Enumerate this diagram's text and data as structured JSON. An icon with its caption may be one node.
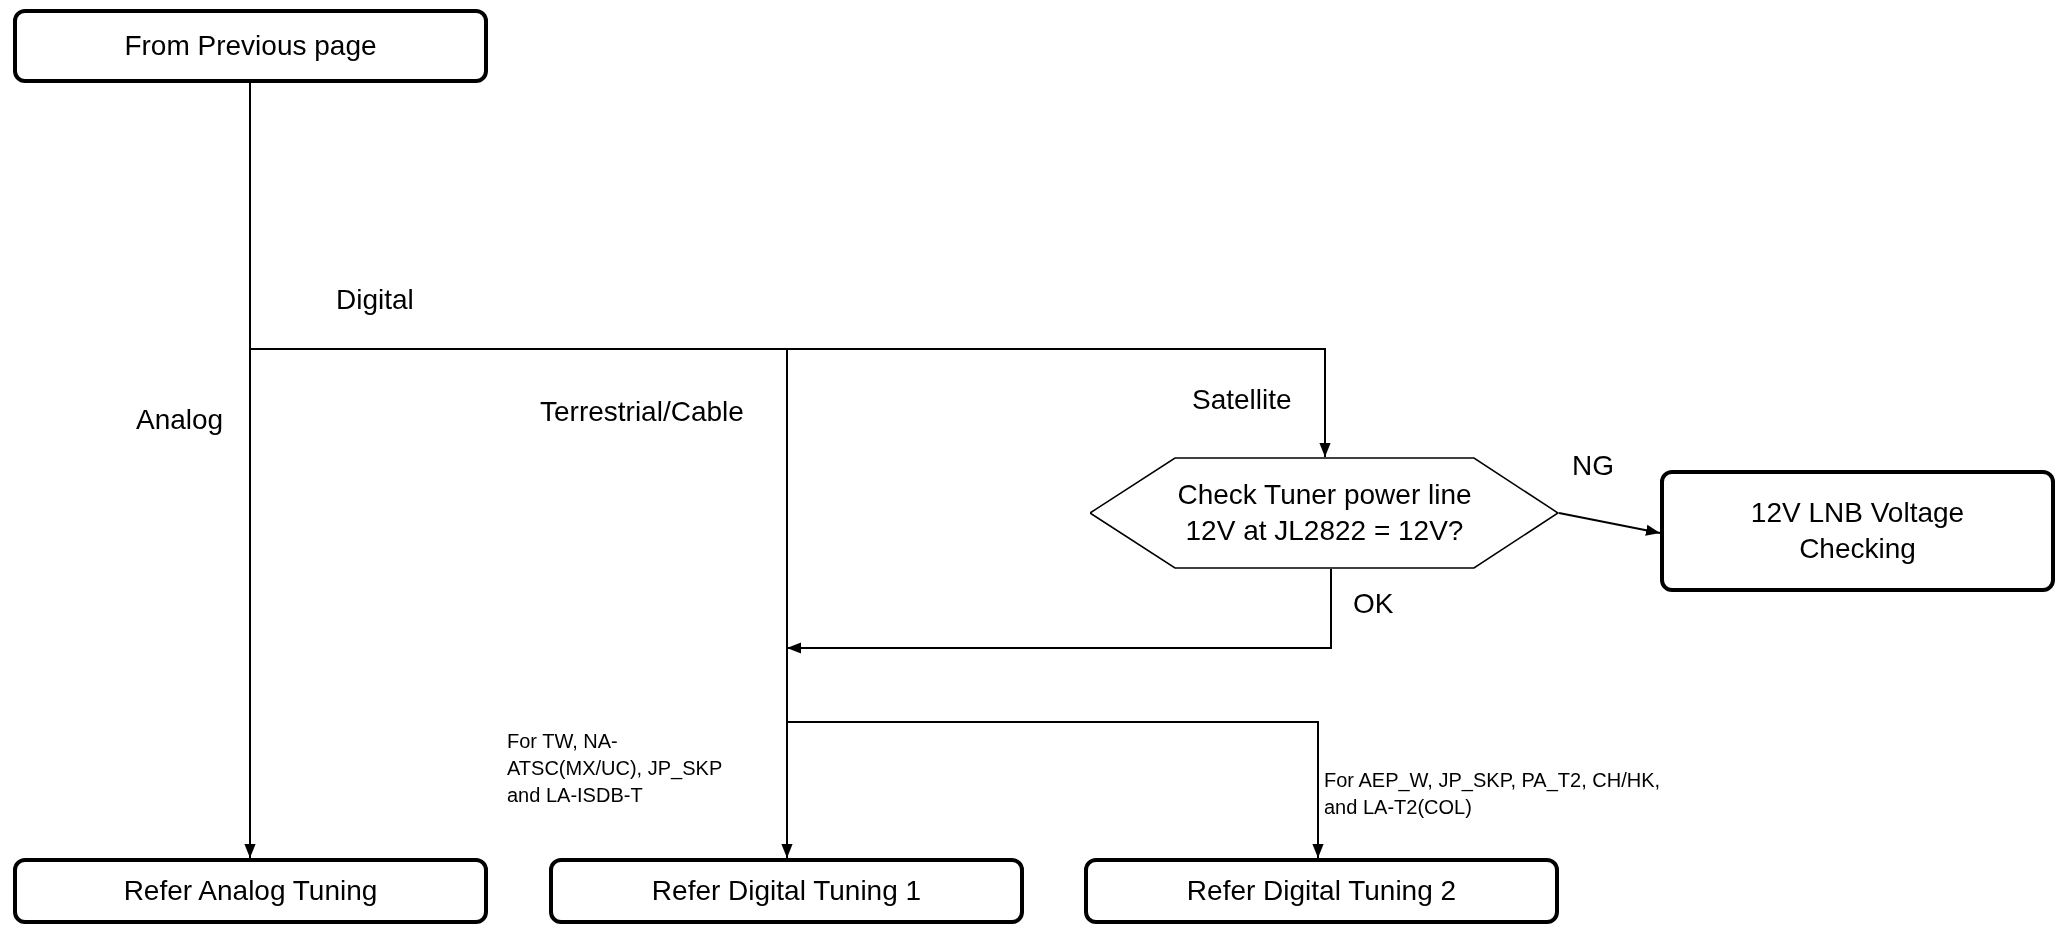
{
  "diagram": {
    "nodes": [
      {
        "text": [
          "From Previous page"
        ]
      },
      {
        "text": [
          "Refer Analog Tuning"
        ]
      },
      {
        "text": [
          "Refer Digital Tuning 1"
        ],
        "beside": [
          "For TW, NA-ATSC(MX/UC), JP_SKP and LA-ISDB-T"
        ]
      },
      {
        "text": [
          "Refer Digital Tuning 2"
        ],
        "beside": [
          "For AEP_W,  JP_SKP, PA_T2, CH/HK,  and LA-T2(COL)"
        ]
      },
      {
        "text": [
          "Check Tuner power line 12V at JL2822 = 12V?"
        ]
      },
      {
        "text": [
          "12V LNB Voltage Checking"
        ]
      }
    ],
    "edges": [
      {
        "from": 0,
        "to": 1,
        "arrow": "to",
        "label": "Analog"
      },
      {
        "from": 0,
        "to": 2,
        "arrow": "to",
        "label": "Terrestrial/Cable"
      },
      {
        "from": 0,
        "to": 4,
        "arrow": "to",
        "label": "Satellite"
      },
      {
        "from": 4,
        "to": 2,
        "arrow": "to",
        "label": "OK"
      },
      {
        "from": 0,
        "to": 3,
        "arrow": "to"
      },
      {
        "from": 4,
        "to": 5,
        "arrow": "to",
        "label": "NG"
      }
    ],
    "labels": [
      "Digital"
    ]
  }
}
